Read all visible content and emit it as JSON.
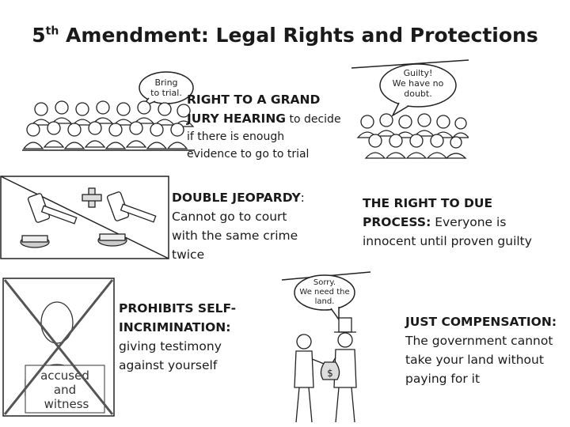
{
  "slide": {
    "title_pre": "5",
    "title_sup": "th",
    "title_post": " Amendment:  Legal Rights and Protections"
  },
  "grand_jury": {
    "bubble_line1": "Bring",
    "bubble_line2": "to trial.",
    "heading_line1": "RIGHT TO A GRAND",
    "heading_line2": "JURY HEARING",
    "desc_line1": " to decide",
    "desc_line2": "if there is enough",
    "desc_line3": "evidence to go to trial"
  },
  "double_jeopardy": {
    "heading": "DOUBLE JEOPARDY",
    "colon": ":",
    "desc_line1": "Cannot go to court",
    "desc_line2": "with the same crime",
    "desc_line3": "twice"
  },
  "due_process": {
    "bubble_line1": "Guilty!",
    "bubble_line2": "We have no",
    "bubble_line3": "doubt.",
    "heading_line1": "THE RIGHT TO DUE",
    "heading_line2": "PROCESS:",
    "desc_line2": "  Everyone is",
    "desc_line3": "innocent until proven guilty"
  },
  "self_incrimination": {
    "sign_line1": "accused",
    "sign_line2": "and",
    "sign_line3": "witness",
    "heading_line1": "PROHIBITS SELF-",
    "heading_line2": "INCRIMINATION:",
    "desc_line1": "giving testimony",
    "desc_line2": "against yourself"
  },
  "just_compensation": {
    "bubble_line1": "Sorry.",
    "bubble_line2": "We need the",
    "bubble_line3": "land.",
    "bag_label": "$",
    "heading": "JUST COMPENSATION:",
    "desc_line1": "The government cannot",
    "desc_line2": "take your land without",
    "desc_line3": "paying for it"
  }
}
